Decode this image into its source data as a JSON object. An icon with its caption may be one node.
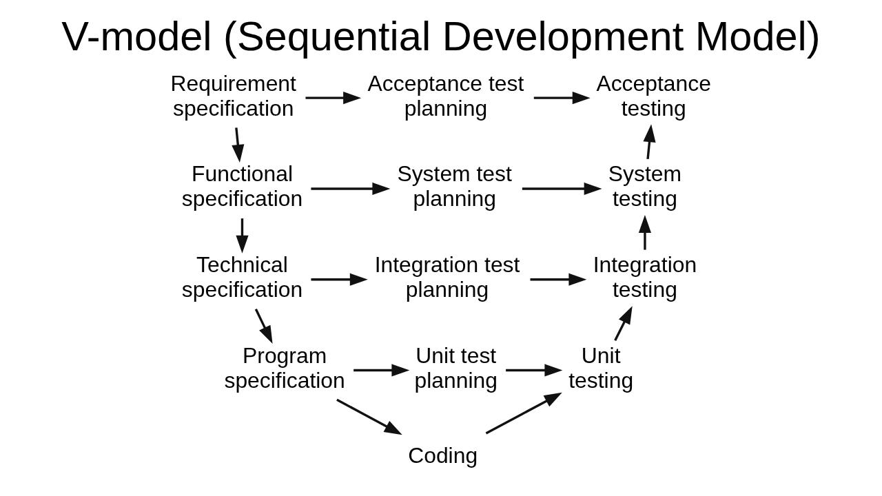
{
  "diagram": {
    "title": "V-model (Sequential Development Model)",
    "nodes": [
      {
        "text": [
          "Requirement specification"
        ]
      },
      {
        "text": [
          "Acceptance test planning"
        ]
      },
      {
        "text": [
          "Acceptance testing"
        ]
      },
      {
        "text": [
          "Functional specification"
        ]
      },
      {
        "text": [
          "System test planning"
        ]
      },
      {
        "text": [
          "System testing"
        ]
      },
      {
        "text": [
          "Technical specification"
        ]
      },
      {
        "text": [
          "Integration test planning"
        ]
      },
      {
        "text": [
          "Integration testing"
        ]
      },
      {
        "text": [
          "Program specification"
        ]
      },
      {
        "text": [
          "Unit test planning"
        ]
      },
      {
        "text": [
          "Unit testing"
        ]
      },
      {
        "text": [
          "Coding"
        ]
      }
    ],
    "edges": [
      {
        "from": 0,
        "to": 1,
        "arrow": "to"
      },
      {
        "from": 1,
        "to": 2,
        "arrow": "to"
      },
      {
        "from": 0,
        "to": 3,
        "arrow": "to"
      },
      {
        "from": 3,
        "to": 4,
        "arrow": "to"
      },
      {
        "from": 4,
        "to": 5,
        "arrow": "to"
      },
      {
        "from": 3,
        "to": 6,
        "arrow": "to"
      },
      {
        "from": 6,
        "to": 7,
        "arrow": "to"
      },
      {
        "from": 7,
        "to": 8,
        "arrow": "to"
      },
      {
        "from": 6,
        "to": 9,
        "arrow": "to"
      },
      {
        "from": 9,
        "to": 10,
        "arrow": "to"
      },
      {
        "from": 10,
        "to": 11,
        "arrow": "to"
      },
      {
        "from": 9,
        "to": 12,
        "arrow": "to"
      },
      {
        "from": 12,
        "to": 11,
        "arrow": "to"
      },
      {
        "from": 11,
        "to": 8,
        "arrow": "to"
      },
      {
        "from": 8,
        "to": 5,
        "arrow": "to"
      },
      {
        "from": 5,
        "to": 2,
        "arrow": "to"
      }
    ]
  }
}
